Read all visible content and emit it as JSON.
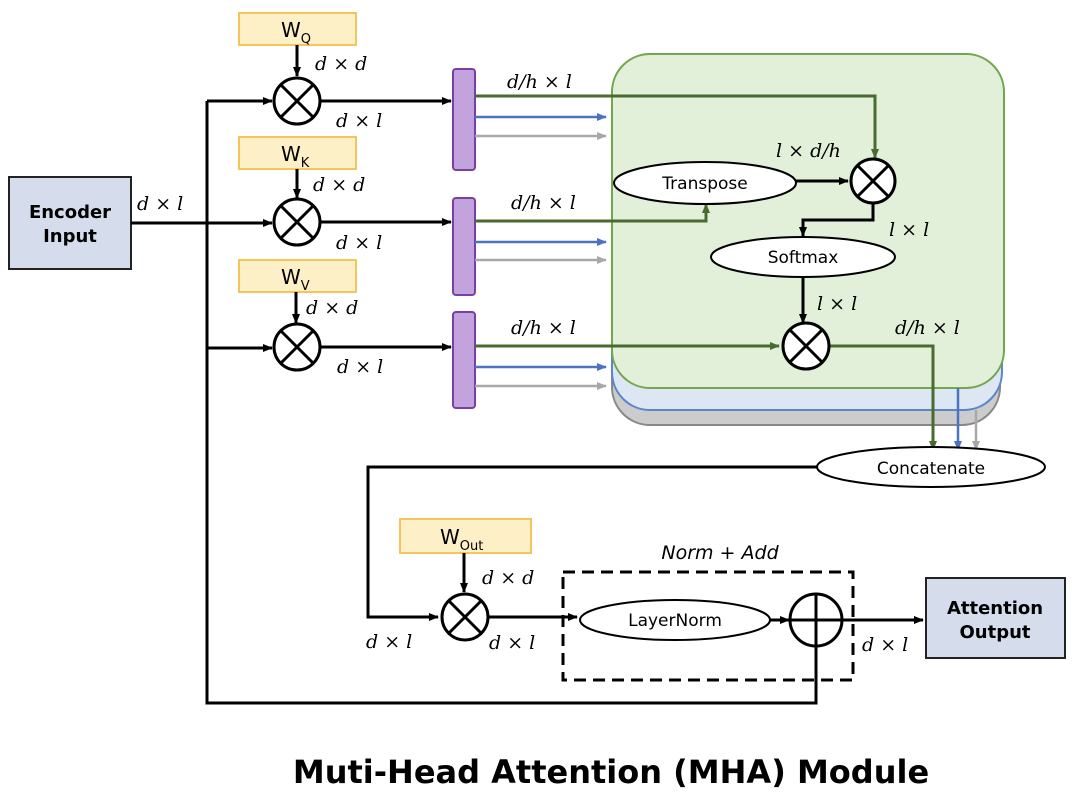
{
  "title": "Muti-Head Attention (MHA) Module",
  "encoder_input": {
    "line1": "Encoder",
    "line2": "Input"
  },
  "attention_output": {
    "line1": "Attention",
    "line2": "Output"
  },
  "weights": {
    "q": {
      "base": "W",
      "sub": "Q"
    },
    "k": {
      "base": "W",
      "sub": "K"
    },
    "v": {
      "base": "W",
      "sub": "V"
    },
    "out": {
      "base": "W",
      "sub": "Out"
    }
  },
  "ops": {
    "transpose": "Transpose",
    "softmax": "Softmax",
    "concatenate": "Concatenate",
    "layernorm": "LayerNorm",
    "norm_add": "Norm + Add"
  },
  "dims": {
    "input": "d × l",
    "wq": "d × d",
    "q_out": "d × l",
    "wk": "d × d",
    "k_out": "d × l",
    "wv": "d × d",
    "v_out": "d × l",
    "q_head": "d/h × l",
    "k_head": "d/h × l",
    "v_head": "d/h × l",
    "kt": "l × d/h",
    "scores": "l × l",
    "probs": "l × l",
    "head_out": "d/h × l",
    "concat_out": "d × l",
    "wout": "d × d",
    "proj_out": "d × l",
    "final": "d × l"
  },
  "colors": {
    "weight_fill": "#fdefc6",
    "weight_stroke": "#f4c55a",
    "io_fill": "#d5ddec",
    "split_fill": "#c3a3dd",
    "split_stroke": "#7a3fa4",
    "head_green_fill": "#e2efd9",
    "head_green_stroke": "#72a64f",
    "head_blue_fill": "#dde7f4",
    "head_blue_stroke": "#5b86cc",
    "head_gray_fill": "#cccccc",
    "head_gray_stroke": "#888888",
    "green_line": "#4a6b2f",
    "blue_line": "#4c72c4",
    "gray_line": "#a8a8a8"
  }
}
